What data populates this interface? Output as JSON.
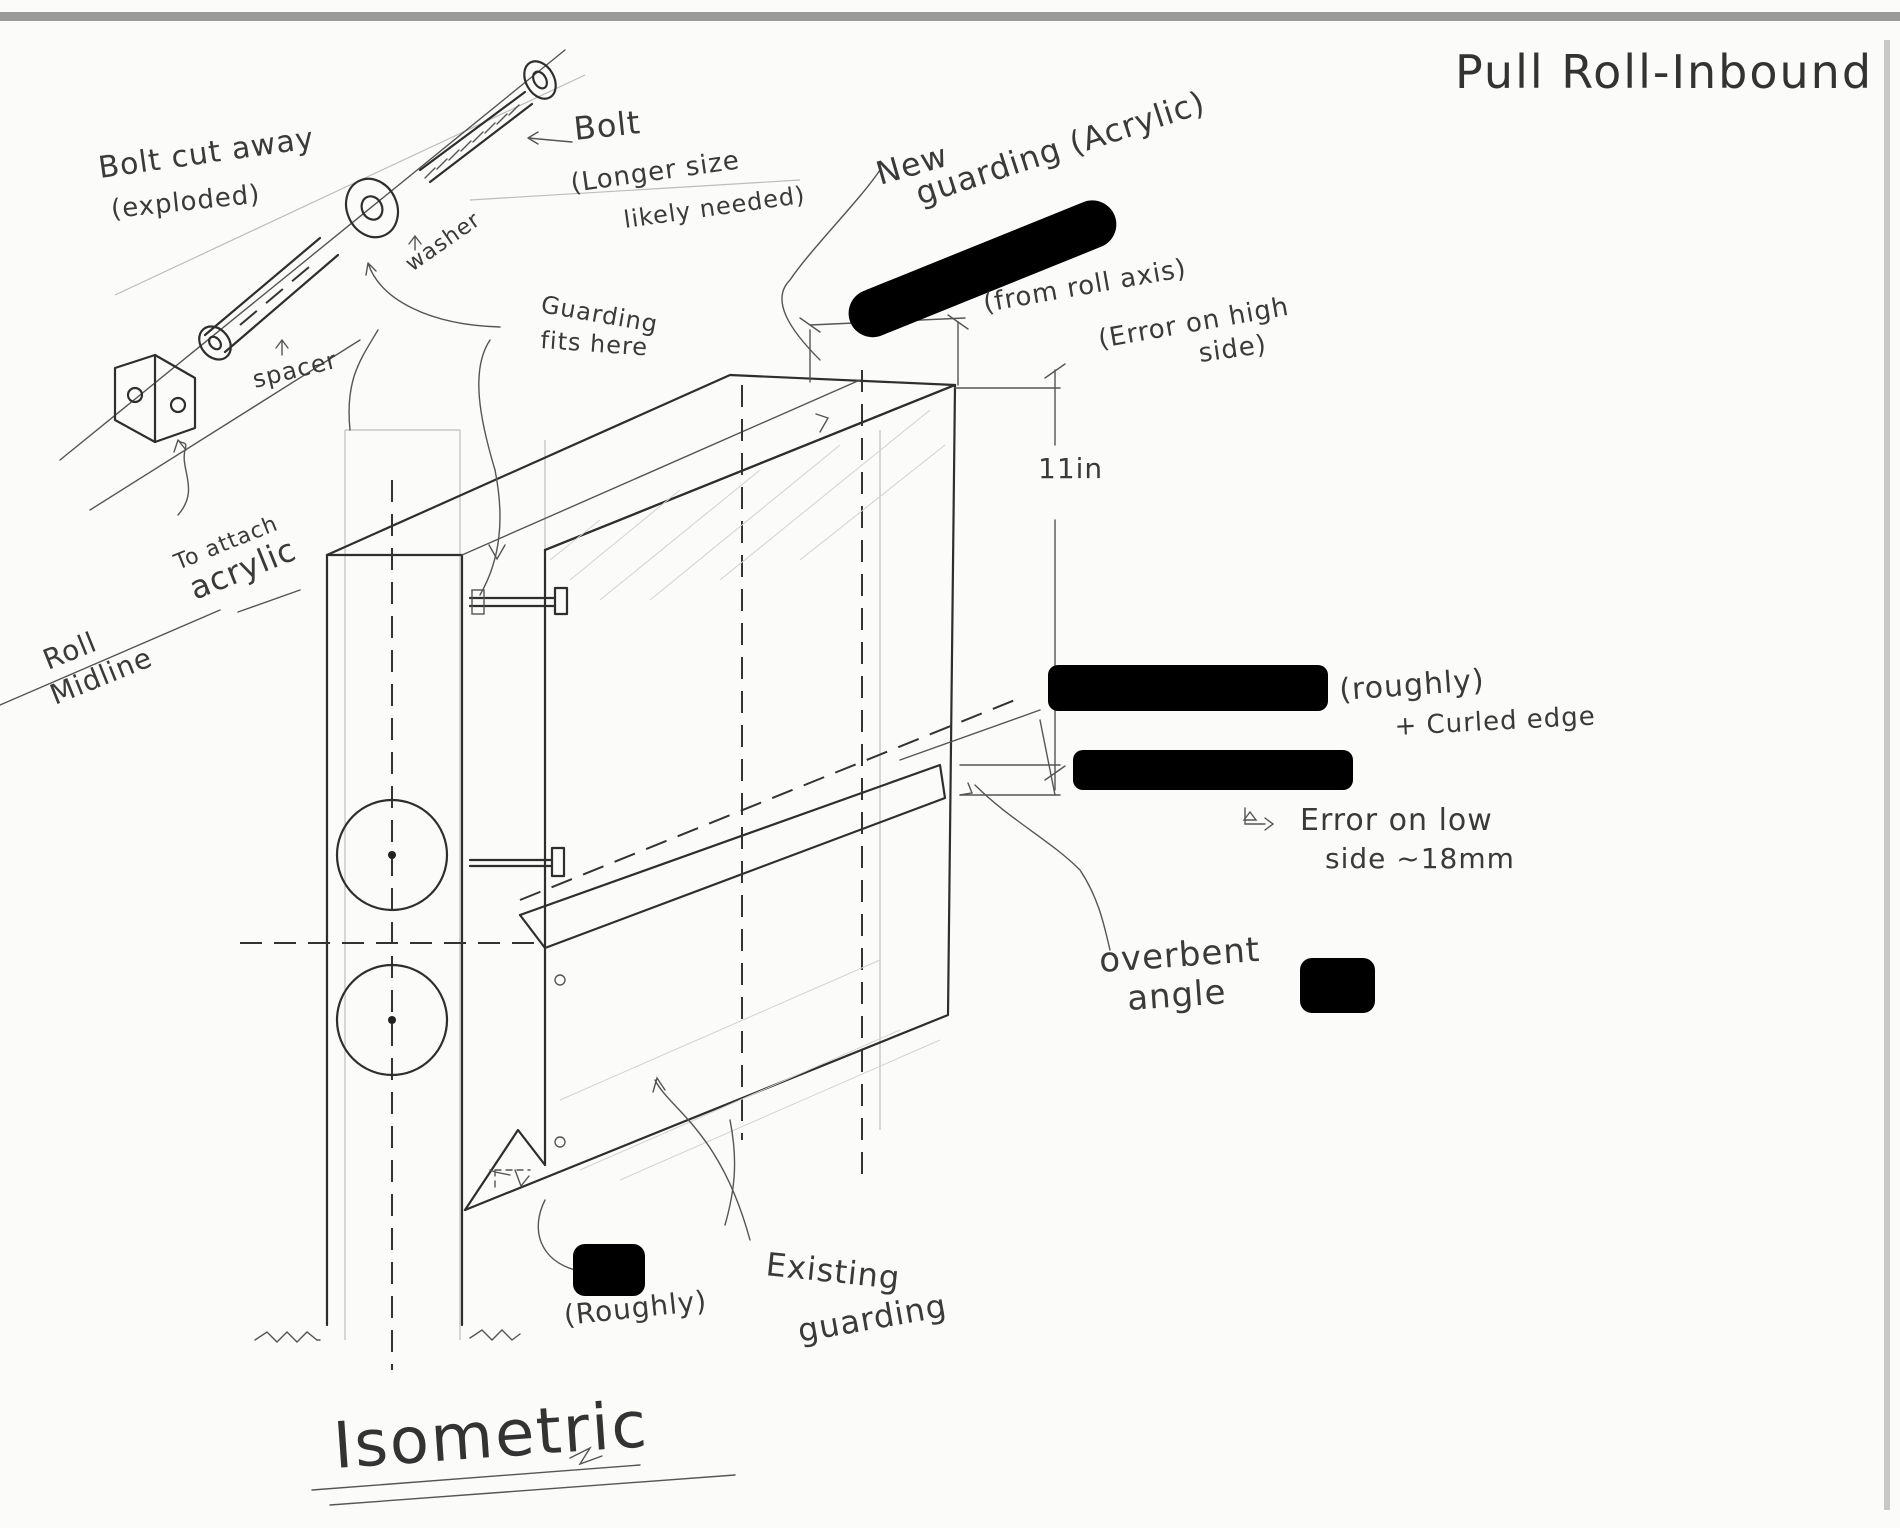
{
  "title": "Pull Roll-Inbound",
  "view_label": "Isometric",
  "labels": {
    "bolt_cut_away": "Bolt cut away",
    "exploded": "(exploded)",
    "bolt": "Bolt",
    "longer_size": "(Longer size",
    "likely_needed": "likely needed)",
    "washer": "washer",
    "spacer": "spacer",
    "guarding_fits_here_1": "Guarding",
    "guarding_fits_here_2": "fits here",
    "new_guarding_1": "New",
    "new_guarding_2": "guarding (Acrylic)",
    "from_roll_axis": "(from roll axis)",
    "error_high_1": "(Error on high",
    "error_high_2": "side)",
    "height": "11in",
    "to_attach_1": "To attach",
    "to_attach_2": "acrylic",
    "roll_midline_1": "Roll",
    "roll_midline_2": "Midline",
    "roughly_1": "(roughly)",
    "curled_edge": "+ Curled edge",
    "error_low_1": "Error on low",
    "error_low_2": "side ~18mm",
    "overbent_1": "overbent",
    "overbent_2": "angle",
    "roughly_2": "(Roughly)",
    "existing_1": "Existing",
    "existing_2": "guarding"
  },
  "colors": {
    "ink": "#2e2e2e",
    "paper": "#fbfbfa",
    "redaction": "#000000"
  }
}
